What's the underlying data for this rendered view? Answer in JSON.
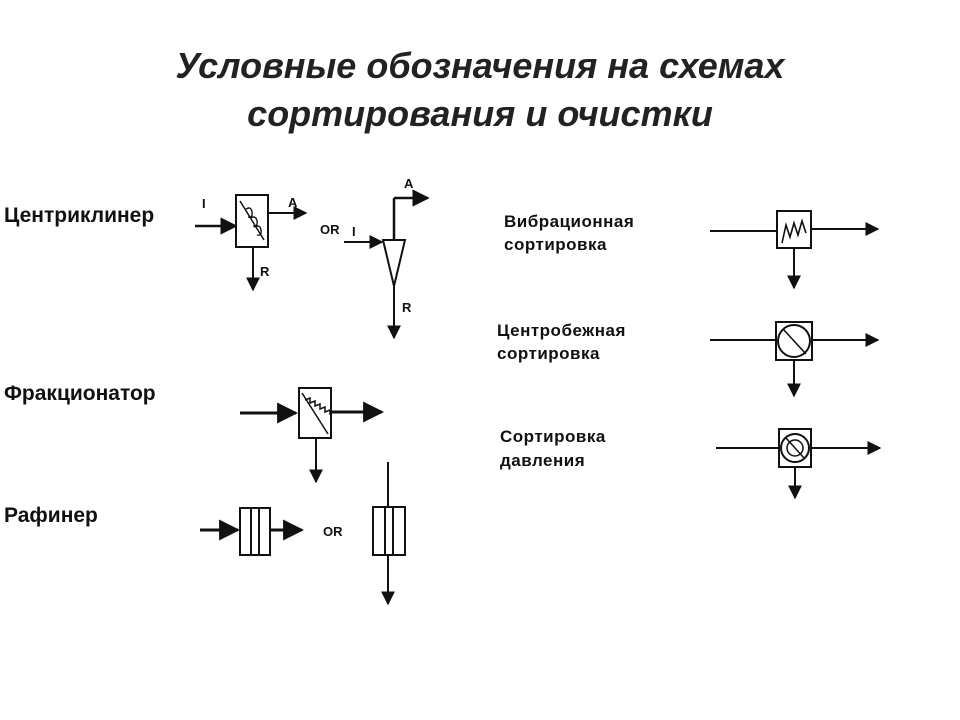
{
  "title": {
    "line1": "Условные обозначения на схемах",
    "line2": "сортирования и очистки"
  },
  "left_labels": {
    "centricleaner": "Центриклинер",
    "fractionator": "Фракционатор",
    "refiner": "Рафинер"
  },
  "right_labels": {
    "vibration_line1": "Вибрационная",
    "vibration_line2": "сортировка",
    "centrifugal_line1": "Центробежная",
    "centrifugal_line2": "сортировка",
    "pressure_line1": "Сортировка",
    "pressure_line2": "давления"
  },
  "stream_labels": {
    "inlet": "I",
    "accept": "A",
    "reject": "R",
    "or": "OR"
  },
  "colors": {
    "ink": "#111111",
    "fill": "#ffffff"
  }
}
